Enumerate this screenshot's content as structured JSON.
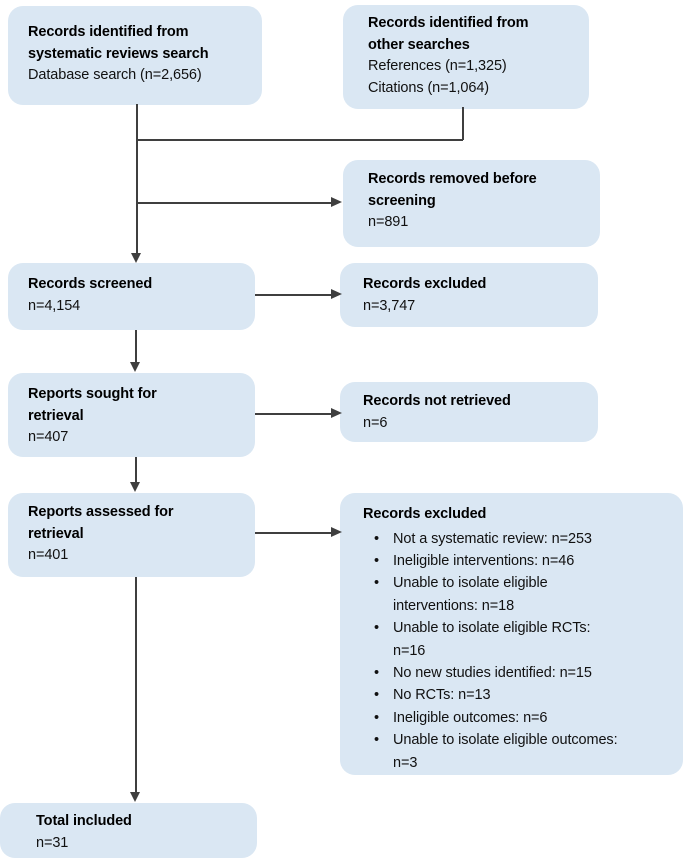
{
  "colors": {
    "box_fill": "#dae7f3",
    "line": "#3f3f3f",
    "text": "#111111",
    "title_text": "#000000"
  },
  "boxes": {
    "identified_sr": {
      "title_lines": [
        "Records identified from",
        "systematic reviews search"
      ],
      "lines": [
        "Database search (n=2,656)"
      ]
    },
    "identified_other": {
      "title_lines": [
        "Records identified from",
        "other searches"
      ],
      "lines": [
        "References (n=1,325)",
        "Citations (n=1,064)"
      ]
    },
    "removed_before_screening": {
      "title_lines": [
        "Records removed before",
        "screening"
      ],
      "lines": [
        "n=891"
      ]
    },
    "records_screened": {
      "title_lines": [
        "Records screened"
      ],
      "lines": [
        "n=4,154"
      ]
    },
    "records_excluded": {
      "title_lines": [
        "Records excluded"
      ],
      "lines": [
        "n=3,747"
      ]
    },
    "reports_sought": {
      "title_lines": [
        "Reports sought for",
        "retrieval"
      ],
      "lines": [
        "n=407"
      ]
    },
    "records_not_retrieved": {
      "title_lines": [
        "Records not retrieved"
      ],
      "lines": [
        "n=6"
      ]
    },
    "reports_assessed": {
      "title_lines": [
        "Reports assessed for",
        "retrieval"
      ],
      "lines": [
        "n=401"
      ]
    },
    "records_excluded_reasons": {
      "title_lines": [
        "Records excluded"
      ],
      "bullets": [
        [
          "Not a systematic review: n=253"
        ],
        [
          "Ineligible interventions: n=46"
        ],
        [
          "Unable to isolate eligible",
          "interventions: n=18"
        ],
        [
          "Unable to isolate eligible RCTs:",
          "n=16"
        ],
        [
          "No new studies identified: n=15"
        ],
        [
          "No RCTs: n=13"
        ],
        [
          "Ineligible outcomes: n=6"
        ],
        [
          "Unable to isolate eligible outcomes:",
          "n=3"
        ]
      ]
    },
    "total_included": {
      "title_lines": [
        "Total included"
      ],
      "lines": [
        "n=31"
      ]
    }
  }
}
